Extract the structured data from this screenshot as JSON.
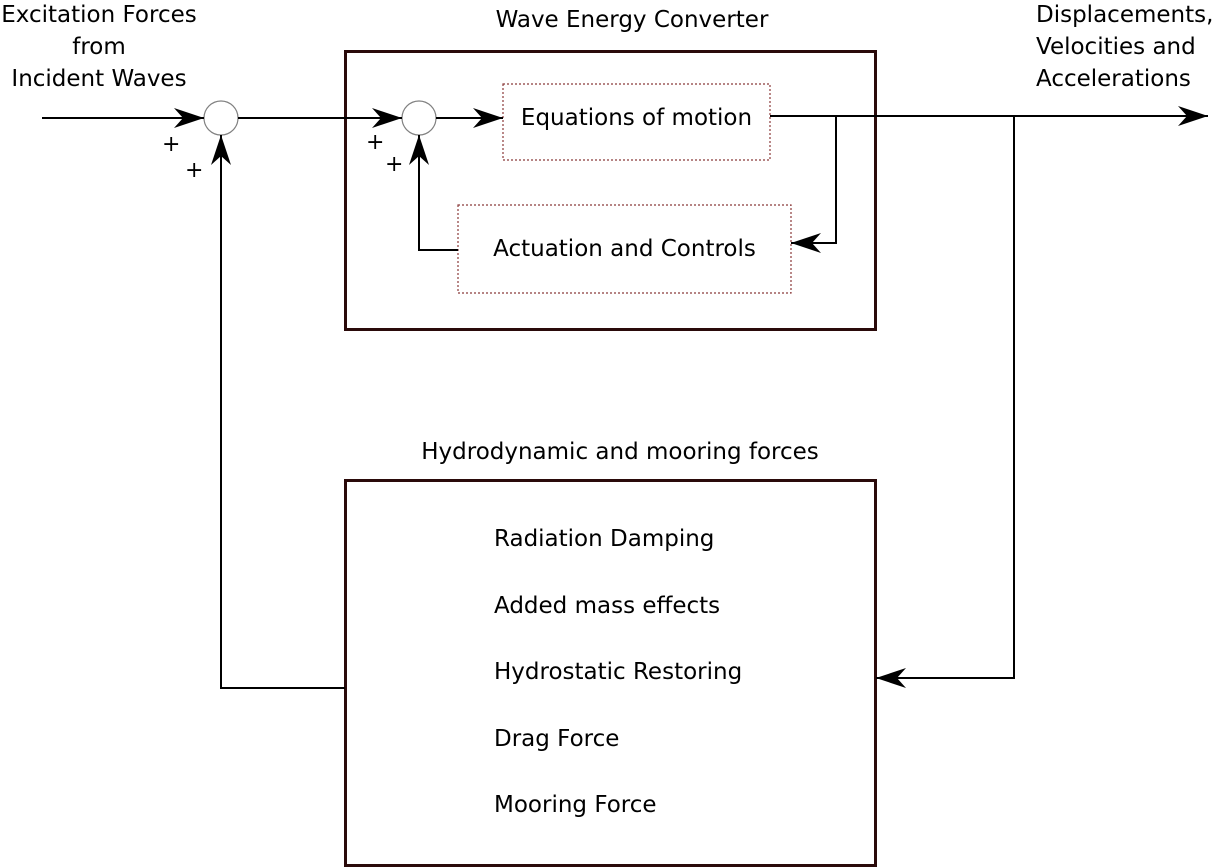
{
  "input": {
    "line1": "Excitation Forces",
    "line2": "from",
    "line3": "Incident Waves"
  },
  "output": {
    "line1": "Displacements,",
    "line2": "Velocities and",
    "line3": "Accelerations"
  },
  "wec": {
    "title": "Wave Energy Converter",
    "equations": "Equations of motion",
    "actuation": "Actuation and Controls"
  },
  "hydro": {
    "title": "Hydrodynamic and mooring forces",
    "items": [
      "Radiation Damping",
      "Added mass effects",
      "Hydrostatic Restoring",
      "Drag Force",
      "Mooring Force"
    ]
  },
  "signs": {
    "outer_left": "+",
    "outer_bottom": "+",
    "inner_left": "+",
    "inner_bottom": "+"
  },
  "colors": {
    "box_border": "#2a0a0a",
    "dotted_border": "#8b3a3a",
    "line": "#000000",
    "junction": "#808080"
  }
}
